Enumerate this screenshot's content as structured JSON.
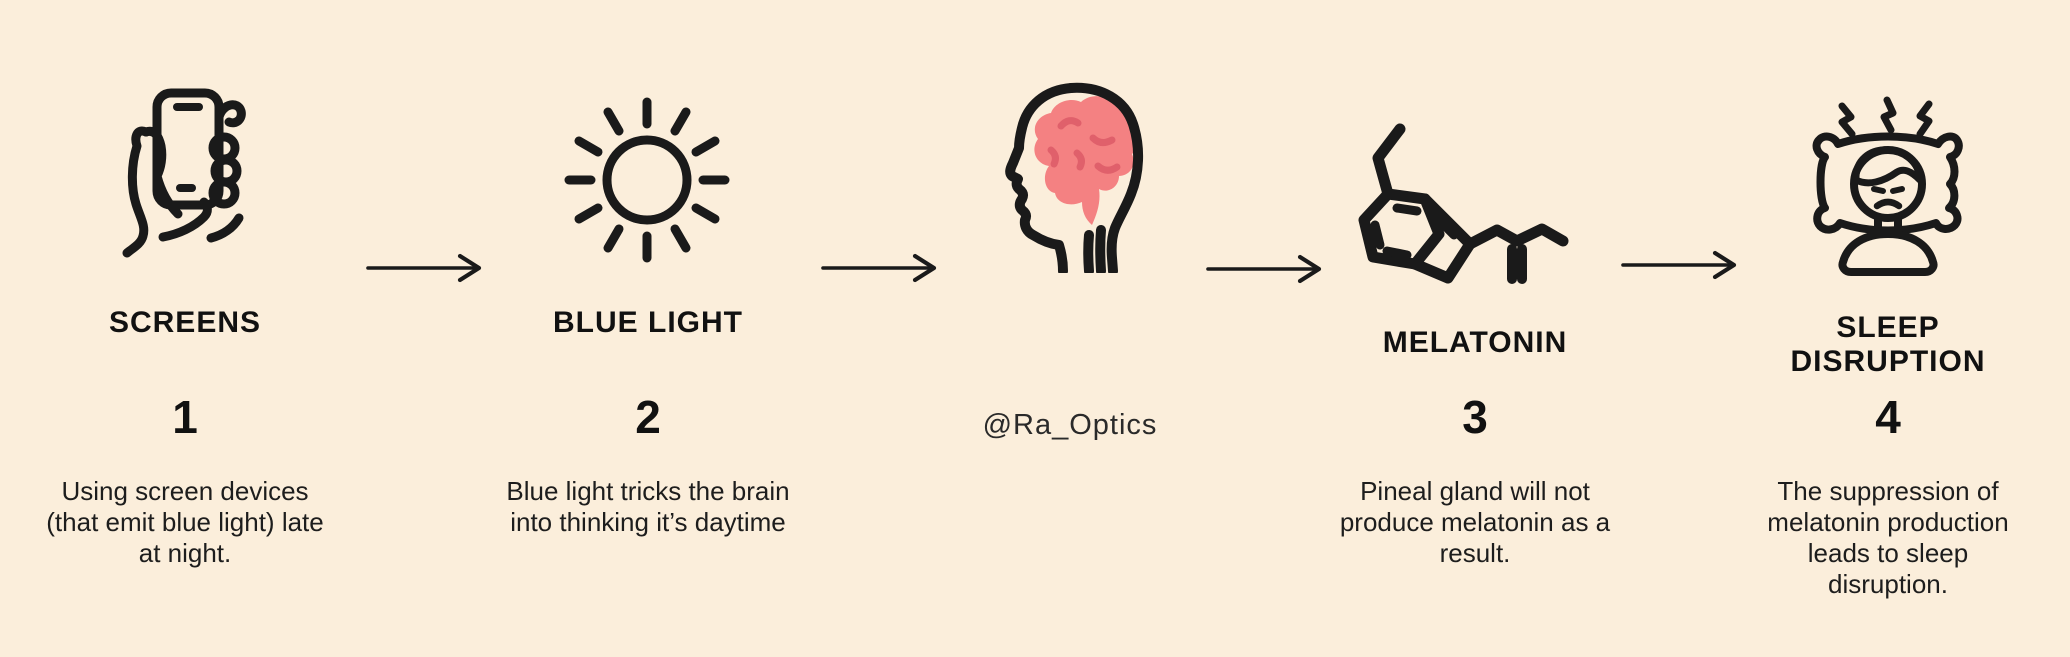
{
  "colors": {
    "background": "#FBEEDB",
    "ink": "#1A1A1A",
    "brain_fill": "#F48182",
    "brain_detail": "#E0606B"
  },
  "steps": [
    {
      "title": "SCREENS",
      "number": "1",
      "description": "Using screen devices\n(that emit blue light) late\nat night.",
      "icon": "phone-in-hand"
    },
    {
      "title": "BLUE LIGHT",
      "number": "2",
      "description": "Blue light tricks the brain\ninto thinking it’s daytime",
      "icon": "sun"
    },
    {
      "title": "MELATONIN",
      "number": "3",
      "description": "Pineal gland will not\nproduce melatonin as a\nresult.",
      "icon": "melatonin-molecule"
    },
    {
      "title": "SLEEP\nDISRUPTION",
      "number": "4",
      "description": "The suppression of\nmelatonin production\nleads to sleep\ndisruption.",
      "icon": "sleeping-person-on-pillow"
    }
  ],
  "center": {
    "watermark": "@Ra_Optics",
    "icon": "head-with-brain"
  }
}
